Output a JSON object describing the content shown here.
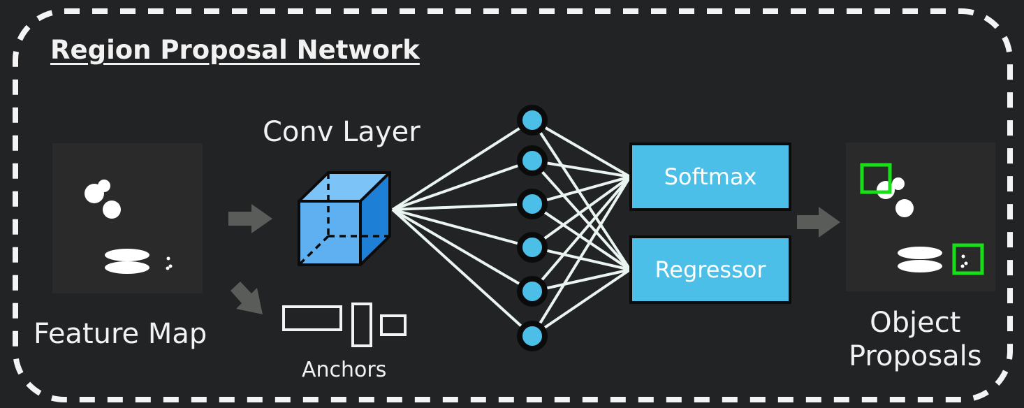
{
  "title": "Region Proposal Network",
  "conv_layer_label": "Conv Layer",
  "feature_map_label": "Feature Map",
  "anchors_label": "Anchors",
  "softmax_label": "Softmax",
  "regressor_label": "Regressor",
  "object_proposals_label": [
    "Object",
    "Proposals"
  ],
  "colors": {
    "background": "#222324",
    "panel": "#2b2a2b",
    "node": "#4bbfe8",
    "cube_front": "#5fb0f0",
    "cube_side": "#1e7fd6",
    "highlight_box": "#18e018",
    "arrow": "#5a5c5a"
  },
  "icons": {
    "conv_layer": "cube-icon",
    "arrow": "right-arrow-icon"
  },
  "hidden_node_count": 6
}
